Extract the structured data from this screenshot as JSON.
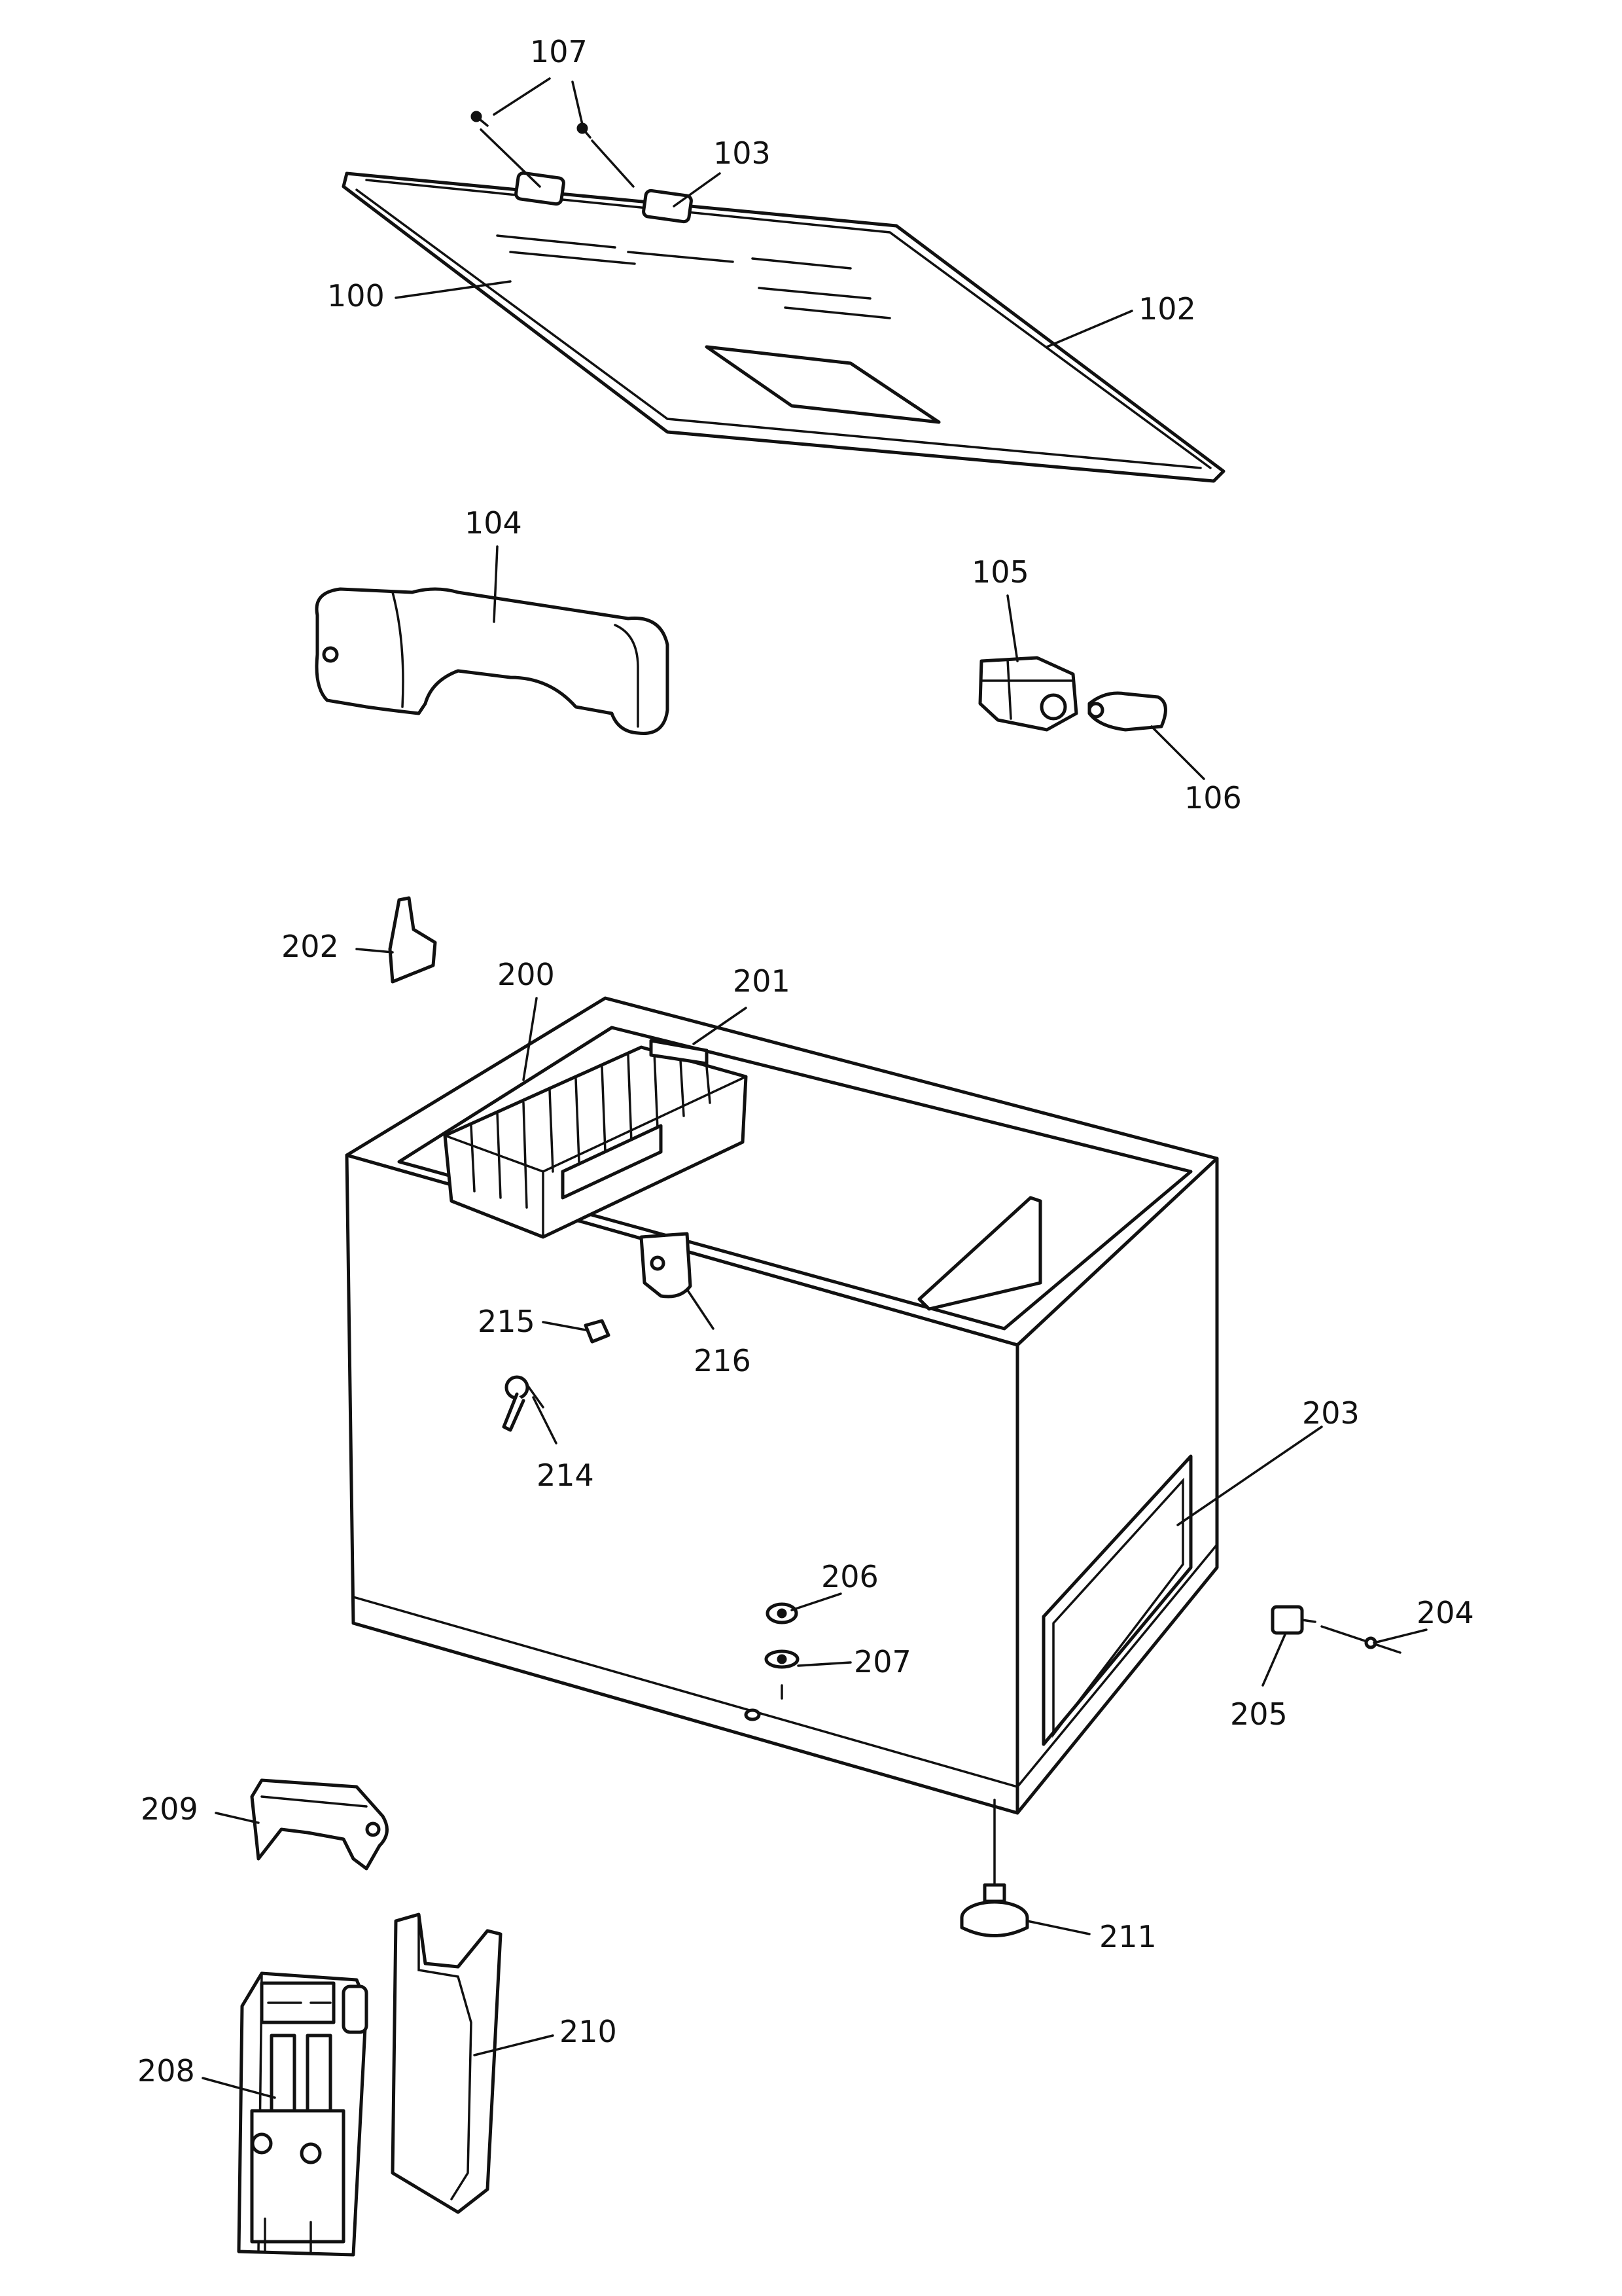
{
  "colors": {
    "ink": "#111111",
    "paper": "#ffffff"
  },
  "callouts": {
    "p100": "100",
    "p102": "102",
    "p103": "103",
    "p104": "104",
    "p105": "105",
    "p106": "106",
    "p107": "107",
    "p200": "200",
    "p201": "201",
    "p202": "202",
    "p203": "203",
    "p204": "204",
    "p205": "205",
    "p206": "206",
    "p207": "207",
    "p208": "208",
    "p209": "209",
    "p210": "210",
    "p211": "211",
    "p214": "214",
    "p215": "215",
    "p216": "216"
  }
}
